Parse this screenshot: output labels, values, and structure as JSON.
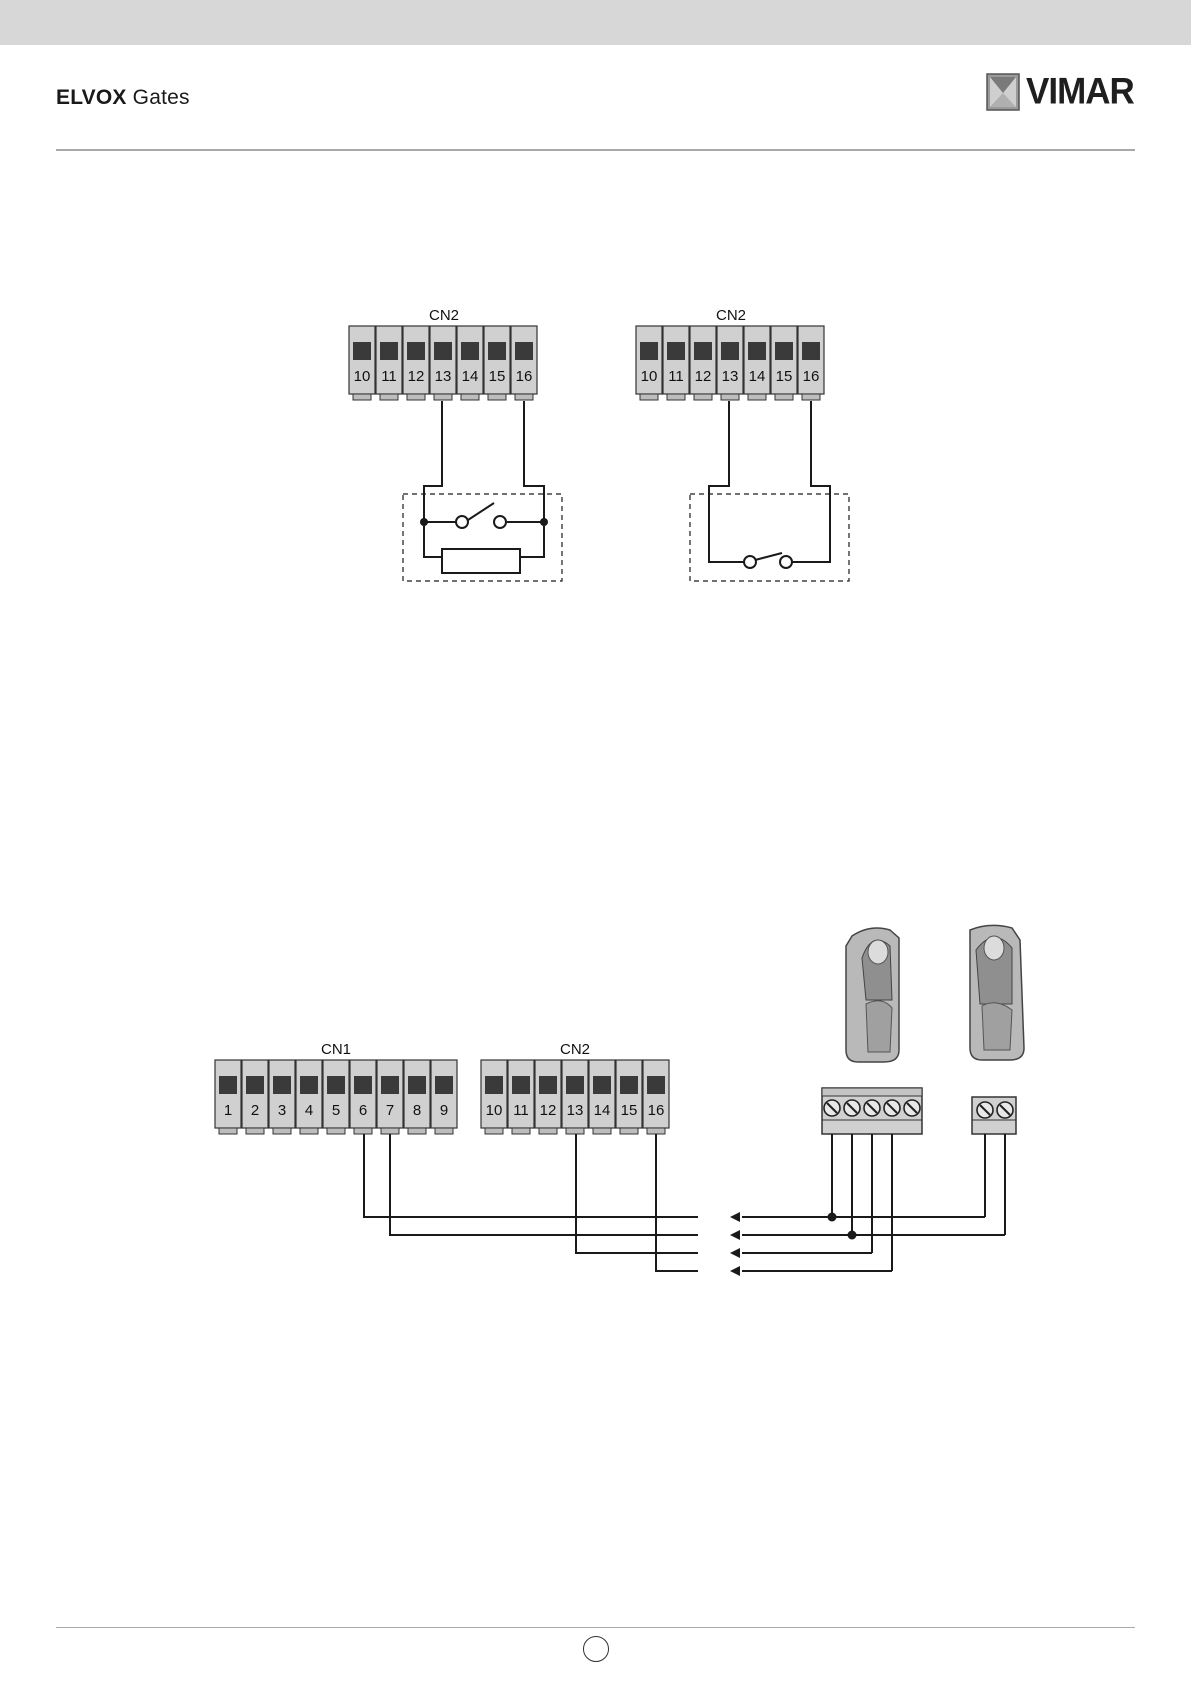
{
  "header": {
    "brand_bold": "ELVOX",
    "brand_regular": "Gates",
    "logo_text": "VIMAR"
  },
  "diagram_top": {
    "left_connector": {
      "label": "CN2",
      "terminals": [
        "10",
        "11",
        "12",
        "13",
        "14",
        "15",
        "16"
      ]
    },
    "right_connector": {
      "label": "CN2",
      "terminals": [
        "10",
        "11",
        "12",
        "13",
        "14",
        "15",
        "16"
      ]
    }
  },
  "diagram_bottom": {
    "cn1": {
      "label": "CN1",
      "terminals": [
        "1",
        "2",
        "3",
        "4",
        "5",
        "6",
        "7",
        "8",
        "9"
      ]
    },
    "cn2": {
      "label": "CN2",
      "terminals": [
        "10",
        "11",
        "12",
        "13",
        "14",
        "15",
        "16"
      ]
    }
  },
  "colors": {
    "header_bar": "#d7d7d7",
    "terminal_body": "#d0d0d0",
    "terminal_slot": "#3a3a3a",
    "wire": "#1a1a1a"
  },
  "icons": [
    "vimar-logo-icon",
    "photocell-icon",
    "screw-terminal-icon"
  ]
}
